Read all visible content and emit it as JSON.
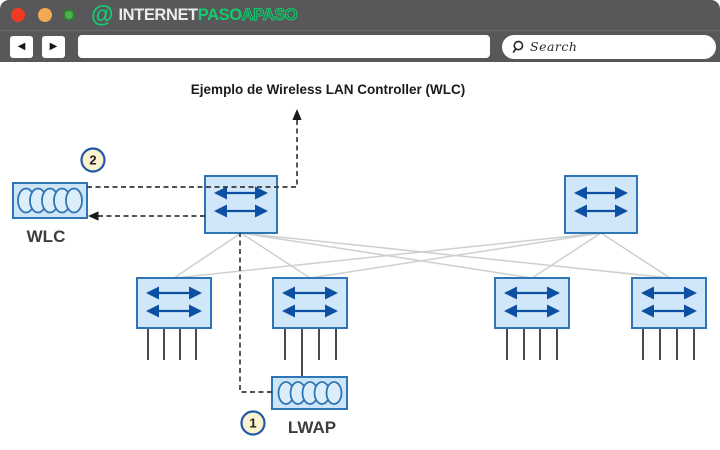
{
  "window": {
    "traffic_lights": [
      {
        "name": "close",
        "color": "#f03a21"
      },
      {
        "name": "minimize",
        "color": "#f2a952"
      },
      {
        "name": "maximize",
        "color": "#4caf50"
      }
    ],
    "brand": {
      "icon_glyph": "@",
      "word1": "INTERNET",
      "word2": "PASO",
      "word3": "A",
      "word4": "PASO"
    },
    "toolbar": {
      "back_glyph": "◀",
      "forward_glyph": "▶",
      "address_value": "",
      "search_label": "Search"
    }
  },
  "diagram": {
    "title": "Ejemplo de Wireless LAN Controller (WLC)",
    "labels": {
      "wlc": "WLC",
      "lwap": "LWAP"
    },
    "badges": {
      "step1": "1",
      "step2": "2"
    },
    "colors": {
      "bar_gray": "#58585a",
      "brand_green": "#15cb70",
      "switch_fill": "#cfe7f9",
      "switch_border": "#2e75b6",
      "arrow_blue": "#0d4fa0",
      "mesh_gray": "#cfcfcf",
      "dashed_line": "#3a3a3a",
      "badge_fill": "#fbf2cf",
      "badge_border": "#2158a5"
    }
  }
}
